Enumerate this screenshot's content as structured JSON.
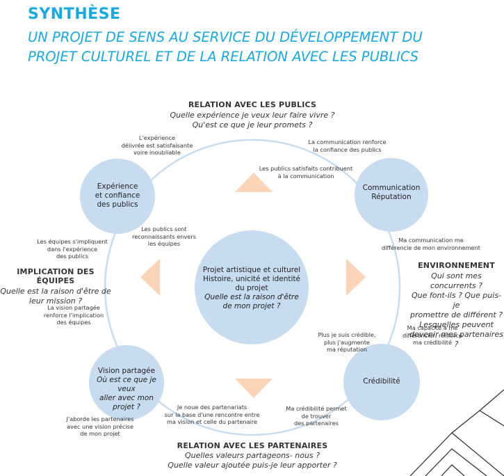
{
  "header": {
    "title": "SYNTHÈSE",
    "subtitle_line1": "UN PROJET DE SENS AU SERVICE DU DÉVELOPPEMENT DU",
    "subtitle_line2": "PROJET CULTUREL ET DE LA RELATION AVEC LES PUBLICS"
  },
  "sections": {
    "publics": {
      "title": "RELATION AVEC LES PUBLICS",
      "q1": "Quelle expérience je veux leur faire vivre ?",
      "q2": "Qu'est ce que je leur promets ?"
    },
    "equipes": {
      "title": "IMPLICATION DES ÉQUIPES",
      "q1": "Quelle est la raison d'être de",
      "q2": "leur mission ?"
    },
    "environnement": {
      "title": "ENVIRONNEMENT",
      "q1": "Qui sont mes concurrents ?",
      "q2": "Que font-ils ? Que puis-je",
      "q3": "promettre de différent ?",
      "q4": "Lesquelles peuvent",
      "q5": "devenir mes partenaires ?"
    },
    "partenaires": {
      "title": "RELATION AVEC LES PARTENAIRES",
      "q1": "Quelles valeurs partageons- nous ?",
      "q2": "Quelle valeur ajoutée puis-je leur apporter ?"
    }
  },
  "circles": {
    "center": {
      "l1": "Projet artistique et culturel",
      "l2": "Histoire, unicité et identité",
      "l3": "du projet",
      "q1": "Quelle est la raison d'être",
      "q2": "de mon projet ?"
    },
    "experience": {
      "l1": "Expérience",
      "l2": "et confiance",
      "l3": "des publics"
    },
    "communication": {
      "l1": "Communication",
      "l2": "Réputation"
    },
    "credibilite": {
      "l1": "Crédibilité"
    },
    "vision": {
      "l1": "Vision partagée",
      "q1": "Où est ce que je veux",
      "q2": "aller avec mon",
      "q3": "projet ?"
    }
  },
  "notes": {
    "n1": [
      "L'expérience",
      "délivrée est satisfaisante",
      "voire inoubliable"
    ],
    "n2": [
      "La communication renforce",
      "la confiance des publics"
    ],
    "n3": [
      "Les publics satisfaits contribuent",
      "à la communication"
    ],
    "n4": [
      "Les publics sont",
      "reconnaissants envers",
      "les équipes"
    ],
    "n5": [
      "Ma communication me",
      "différencie de mon environnement"
    ],
    "n6": [
      "Les équipes s'impliquent",
      "dans l'expérience",
      "des publics"
    ],
    "n7": [
      "La vision partagée",
      "renforce l'implication",
      "des équipes"
    ],
    "n8": [
      "Ma capacité à me",
      "différencier, renforce",
      "ma crédibilité"
    ],
    "n9": [
      "Plus je suis crédible,",
      "plus j'augmente",
      "ma réputation"
    ],
    "n10": [
      "Je noue des partenariats",
      "sur la base d'une rencontre entre",
      "ma vision et celle du partenaire"
    ],
    "n11": [
      "Ma crédibilité permet",
      "de trouver",
      "des partenaires"
    ],
    "n12": [
      "J'aborde les partenaires",
      "avec une vision précise",
      "de mon projet"
    ]
  },
  "colors": {
    "accent": "#1aa8e0",
    "circle": "#c7dcef",
    "ring": "#c7dcef",
    "triangle": "#fbd3b7"
  }
}
